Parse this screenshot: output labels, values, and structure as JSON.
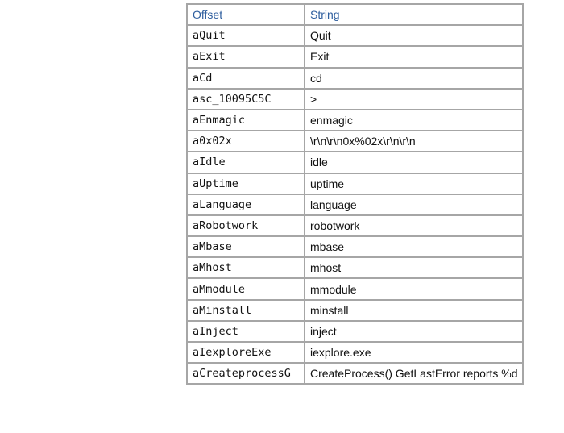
{
  "table": {
    "headers": {
      "offset": "Offset",
      "string": "String"
    },
    "rows": [
      {
        "offset": "aQuit",
        "string": "Quit"
      },
      {
        "offset": "aExit",
        "string": "Exit"
      },
      {
        "offset": "aCd",
        "string": "cd"
      },
      {
        "offset": "asc_10095C5C",
        "string": ">"
      },
      {
        "offset": "aEnmagic",
        "string": "enmagic"
      },
      {
        "offset": "a0x02x",
        "string": "\\r\\n\\r\\n0x%02x\\r\\n\\r\\n"
      },
      {
        "offset": "aIdle",
        "string": "idle"
      },
      {
        "offset": "aUptime",
        "string": "uptime"
      },
      {
        "offset": "aLanguage",
        "string": "language"
      },
      {
        "offset": "aRobotwork",
        "string": "robotwork"
      },
      {
        "offset": "aMbase",
        "string": "mbase"
      },
      {
        "offset": "aMhost",
        "string": "mhost"
      },
      {
        "offset": "aMmodule",
        "string": "mmodule"
      },
      {
        "offset": "aMinstall",
        "string": "minstall"
      },
      {
        "offset": "aInject",
        "string": "inject"
      },
      {
        "offset": "aIexploreExe",
        "string": "iexplore.exe"
      },
      {
        "offset": "aCreateprocessG",
        "string": "CreateProcess() GetLastError reports %d"
      }
    ]
  }
}
